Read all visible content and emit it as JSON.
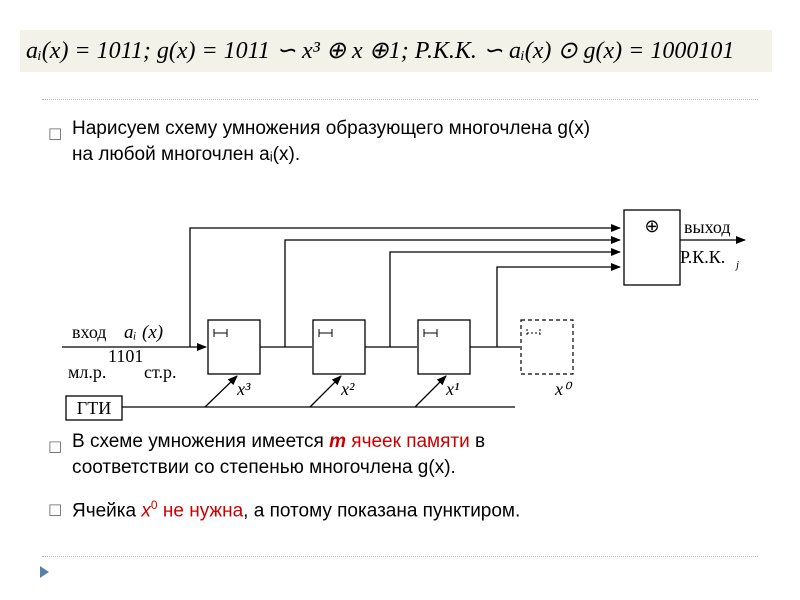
{
  "formula": {
    "text": "aᵢ(x) = 1011;  g(x) = 1011 ∽ x³ ⊕ x ⊕1;  Р.К.К. ∽ aᵢ(x) ⊙ g(x) = 1000101"
  },
  "bullets": [
    {
      "line1": "Нарисуем схему умножения образующего многочлена g(x)",
      "line2": "на любой многочлен aᵢ(x)."
    },
    {
      "line1_pre": "В схеме умножения имеется ",
      "line1_red_var": "m",
      "line1_red_text": " ячеек памяти",
      "line1_post": " в",
      "line2": "соответствии со степенью многочлена g(x)."
    },
    {
      "pre": "Ячейка ",
      "red_var": "x",
      "red_sup": "0",
      "red_text": " не нужна",
      "post": ", а потому показана пунктиром."
    }
  ],
  "diagram": {
    "xor_symbol": "⊕",
    "output_label": "выход",
    "output_sub": "Р.К.К.",
    "output_sub_index": "j",
    "input_label": "вход",
    "input_var": "aᵢ",
    "input_arg": "(x)",
    "input_value": "1101",
    "lsb_label": "мл.р.",
    "msb_label": "ст.р.",
    "clock_label": "ГТИ",
    "cells": [
      {
        "label": "x³",
        "dashed": false
      },
      {
        "label": "x²",
        "dashed": false
      },
      {
        "label": "x¹",
        "dashed": false
      },
      {
        "label": "x⁰",
        "dashed": true
      }
    ]
  },
  "nav": {
    "icon": "play-arrow-icon"
  }
}
